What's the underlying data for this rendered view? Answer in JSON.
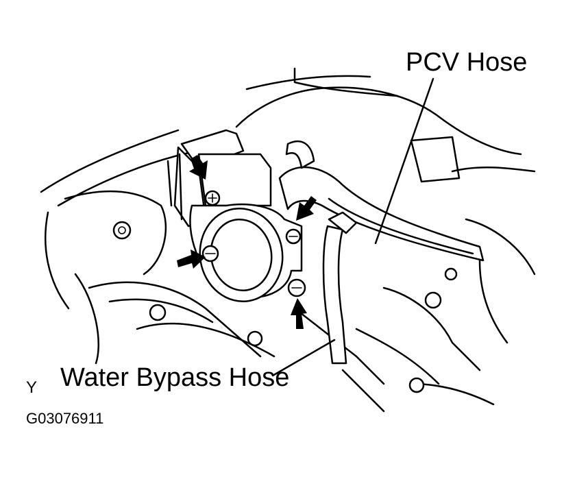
{
  "labels": {
    "pcv_hose": "PCV Hose",
    "water_bypass_hose": "Water Bypass Hose",
    "view_marker": "Y",
    "figure_code": "G03076911"
  },
  "colors": {
    "line": "#000000",
    "background": "#ffffff"
  }
}
